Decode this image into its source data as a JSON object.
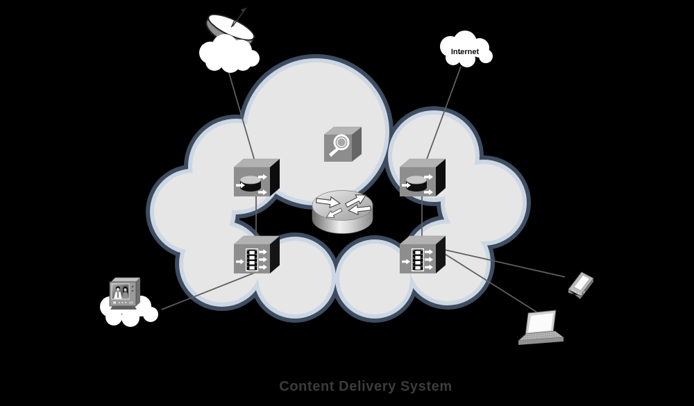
{
  "title": {
    "text": "Content Delivery System",
    "color": "#3c3c3c"
  },
  "labels": {
    "internet": "Internet"
  },
  "colors": {
    "background": "#000000",
    "cloud_fill": "#e6e6e6",
    "cloud_outline": "#3e4d61",
    "cloud_highlight": "#ccd7e3",
    "small_cloud": "#ffffff",
    "link": "#5f5f5f",
    "device_box": "#8e8e8e",
    "device_box_top": "#b2b2b2",
    "device_box_side": "#111111"
  },
  "diagram": {
    "nodes": [
      {
        "id": "satellite-dish",
        "icon": "satellite-dish-icon",
        "label": ""
      },
      {
        "id": "internet-cloud",
        "icon": "cloud-icon",
        "label": "Internet"
      },
      {
        "id": "content-switch-left",
        "icon": "content-switch-icon",
        "label": ""
      },
      {
        "id": "content-switch-right",
        "icon": "content-switch-icon",
        "label": ""
      },
      {
        "id": "content-engine",
        "icon": "magnifier-cube-icon",
        "label": ""
      },
      {
        "id": "router",
        "icon": "router-icon",
        "label": ""
      },
      {
        "id": "media-engine-left",
        "icon": "video-delivery-icon",
        "label": ""
      },
      {
        "id": "media-engine-right",
        "icon": "video-delivery-icon",
        "label": ""
      },
      {
        "id": "tv-broadcast",
        "icon": "tv-icon",
        "label": ""
      },
      {
        "id": "pda",
        "icon": "pda-icon",
        "label": ""
      },
      {
        "id": "laptop",
        "icon": "laptop-icon",
        "label": ""
      }
    ],
    "edges": [
      {
        "from": "satellite-dish",
        "to": "content-switch-left"
      },
      {
        "from": "internet-cloud",
        "to": "content-switch-right"
      },
      {
        "from": "content-switch-left",
        "to": "media-engine-left"
      },
      {
        "from": "content-switch-right",
        "to": "media-engine-right"
      },
      {
        "from": "media-engine-left",
        "to": "tv-broadcast"
      },
      {
        "from": "media-engine-right",
        "to": "pda"
      },
      {
        "from": "media-engine-right",
        "to": "laptop"
      }
    ]
  }
}
